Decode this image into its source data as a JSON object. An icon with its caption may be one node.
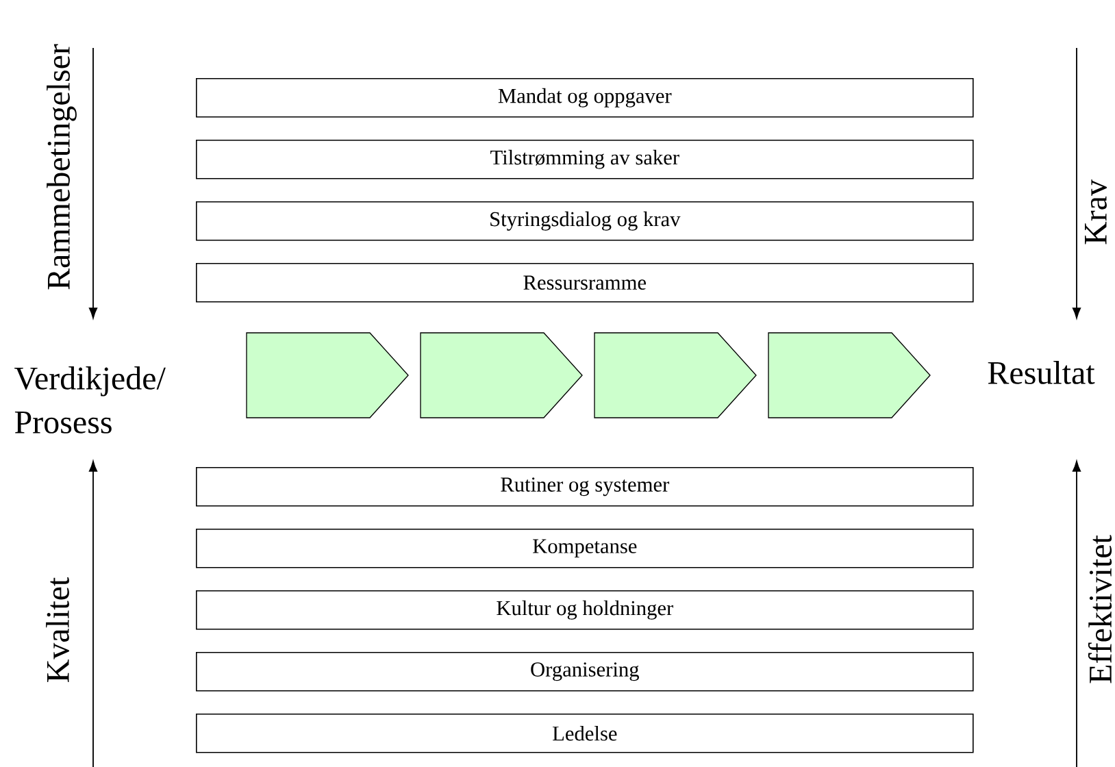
{
  "diagram": {
    "nodes": [
      {
        "text": [
          "Mandat og oppgaver"
        ]
      },
      {
        "text": [
          "Tilstrømming av saker"
        ]
      },
      {
        "text": [
          "Styringsdialog og krav"
        ]
      },
      {
        "text": [
          "Ressursramme"
        ]
      },
      {
        "text": [],
        "shape": "chevron"
      },
      {
        "text": [],
        "shape": "chevron"
      },
      {
        "text": [],
        "shape": "chevron"
      },
      {
        "text": [],
        "shape": "chevron"
      },
      {
        "text": [
          "Rutiner og systemer"
        ]
      },
      {
        "text": [
          "Kompetanse"
        ]
      },
      {
        "text": [
          "Kultur og holdninger"
        ]
      },
      {
        "text": [
          "Organisering"
        ]
      },
      {
        "text": [
          "Ledelse"
        ]
      }
    ],
    "labels": [
      "Rammebetingelser",
      "Krav",
      "Verdikjede/ Prosess",
      "Resultat",
      "Kvalitet",
      "Effektivitet"
    ]
  }
}
